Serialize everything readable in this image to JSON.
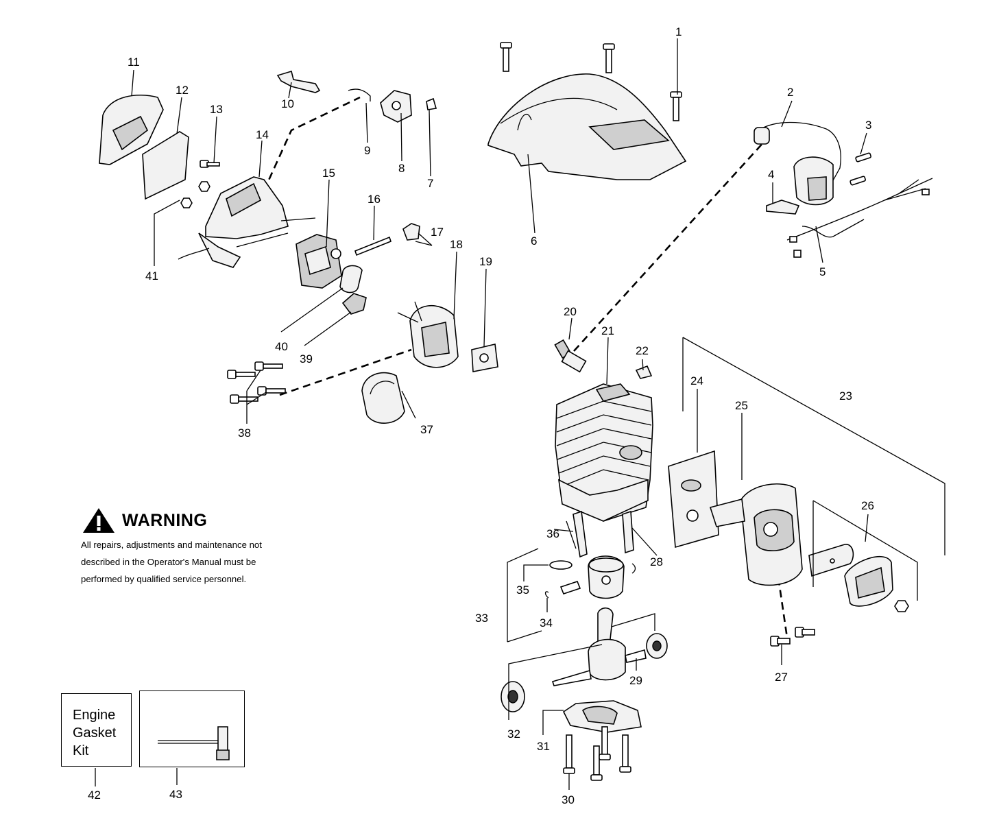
{
  "callouts": [
    "1",
    "2",
    "3",
    "4",
    "5",
    "6",
    "7",
    "8",
    "9",
    "10",
    "11",
    "12",
    "13",
    "14",
    "15",
    "16",
    "17",
    "18",
    "19",
    "20",
    "21",
    "22",
    "23",
    "24",
    "25",
    "26",
    "27",
    "28",
    "29",
    "30",
    "31",
    "32",
    "33",
    "34",
    "35",
    "36",
    "37",
    "38",
    "39",
    "40",
    "41",
    "42",
    "43"
  ],
  "warning": {
    "title": "WARNING",
    "lines": [
      "All repairs, adjustments and maintenance not",
      "described in the Operator's Manual must be",
      "performed by qualified  service personnel."
    ]
  },
  "kit_box": {
    "lines": [
      "Engine",
      "Gasket",
      "Kit"
    ]
  }
}
